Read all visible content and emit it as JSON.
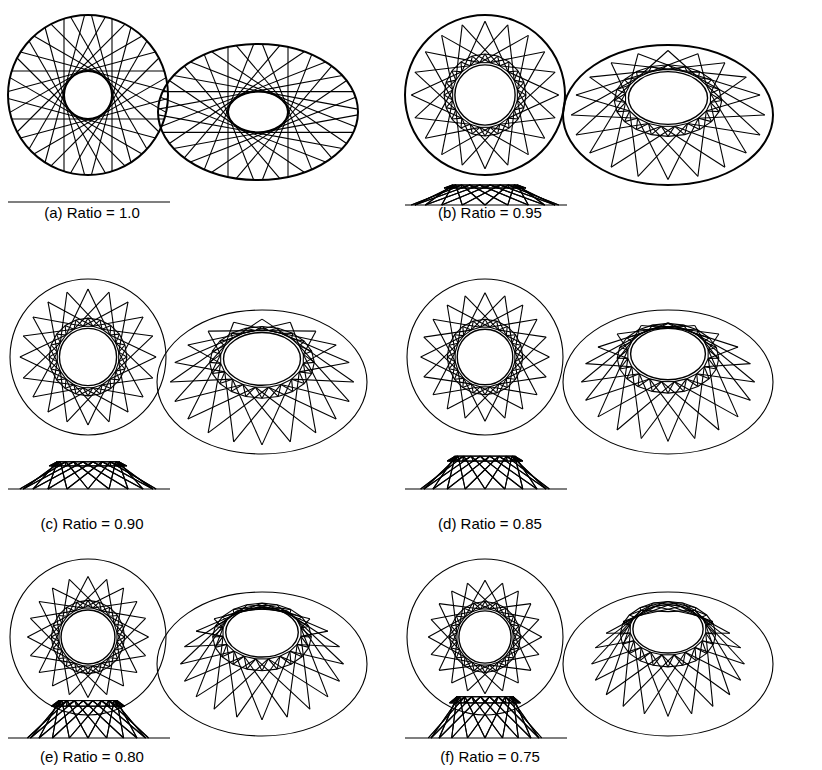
{
  "diagram": {
    "labels": [
      "(a) Ratio = 1.0",
      "(b) Ratio = 0.95",
      "(c) Ratio = 0.90",
      "(d) Ratio = 0.85",
      "(e) Ratio = 0.80",
      "(f) Ratio = 0.75"
    ]
  }
}
